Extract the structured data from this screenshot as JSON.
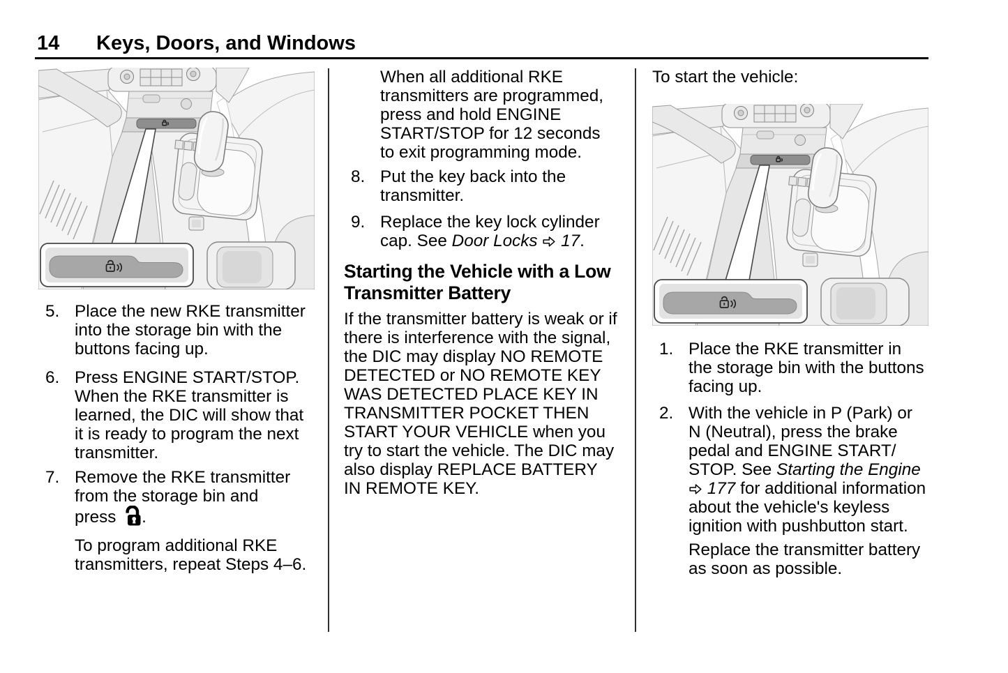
{
  "header": {
    "page_number": "14",
    "chapter_title": "Keys, Doors, and Windows"
  },
  "illustrations": {
    "console_1": "center-console-with-rke-storage-bin-callout",
    "console_2": "center-console-with-rke-storage-bin-callout"
  },
  "col1": {
    "items": [
      {
        "num": "5.",
        "lines": [
          [
            {
              "t": "Place the new RKE transmitter"
            }
          ],
          [
            {
              "t": "into the storage bin with the"
            }
          ],
          [
            {
              "t": "buttons facing up."
            }
          ]
        ]
      },
      {
        "num": "6.",
        "lines": [
          [
            {
              "t": "Press ENGINE START/STOP."
            }
          ],
          [
            {
              "t": "When the RKE transmitter is"
            }
          ],
          [
            {
              "t": "learned, the DIC will show that"
            }
          ],
          [
            {
              "t": "it is ready to program the next"
            }
          ],
          [
            {
              "t": "transmitter."
            }
          ]
        ]
      },
      {
        "num": "7.",
        "lines": [
          [
            {
              "t": "Remove the RKE transmitter"
            }
          ],
          [
            {
              "t": "from the storage bin and"
            }
          ],
          [
            {
              "t": "press "
            },
            {
              "icon": "unlock"
            },
            {
              "t": "."
            }
          ]
        ]
      }
    ],
    "para": {
      "lines": [
        [
          {
            "t": "To program additional RKE"
          }
        ],
        [
          {
            "t": "transmitters, repeat Steps 4–6."
          }
        ]
      ]
    }
  },
  "col2": {
    "intro": {
      "lines": [
        [
          {
            "t": "When all additional RKE"
          }
        ],
        [
          {
            "t": "transmitters are programmed,"
          }
        ],
        [
          {
            "t": "press and hold ENGINE"
          }
        ],
        [
          {
            "t": "START/STOP for 12 seconds"
          }
        ],
        [
          {
            "t": "to exit programming mode."
          }
        ]
      ]
    },
    "items": [
      {
        "num": "8.",
        "lines": [
          [
            {
              "t": "Put the key back into the"
            }
          ],
          [
            {
              "t": "transmitter."
            }
          ]
        ]
      },
      {
        "num": "9.",
        "lines": [
          [
            {
              "t": "Replace the key lock cylinder"
            }
          ],
          [
            {
              "t": "cap. See "
            },
            {
              "t": "Door Locks",
              "i": true
            },
            {
              "t": " "
            },
            {
              "icon": "xref"
            },
            {
              "t": " "
            },
            {
              "t": "17",
              "i": true
            },
            {
              "t": "."
            }
          ]
        ]
      }
    ],
    "heading": {
      "lines": [
        [
          {
            "t": "Starting the Vehicle with a Low"
          }
        ],
        [
          {
            "t": "Transmitter Battery"
          }
        ]
      ]
    },
    "para": {
      "lines": [
        [
          {
            "t": "If the transmitter battery is weak or if"
          }
        ],
        [
          {
            "t": "there is interference with the signal,"
          }
        ],
        [
          {
            "t": "the DIC may display NO REMOTE"
          }
        ],
        [
          {
            "t": "DETECTED or NO REMOTE KEY"
          }
        ],
        [
          {
            "t": "WAS DETECTED PLACE KEY IN"
          }
        ],
        [
          {
            "t": "TRANSMITTER POCKET THEN"
          }
        ],
        [
          {
            "t": "START YOUR VEHICLE when you"
          }
        ],
        [
          {
            "t": "try to start the vehicle. The DIC may"
          }
        ],
        [
          {
            "t": "also display REPLACE BATTERY"
          }
        ],
        [
          {
            "t": "IN REMOTE KEY."
          }
        ]
      ]
    }
  },
  "col3": {
    "intro": {
      "lines": [
        [
          {
            "t": "To start the vehicle:"
          }
        ]
      ]
    },
    "items": [
      {
        "num": "1.",
        "lines": [
          [
            {
              "t": "Place the RKE transmitter in"
            }
          ],
          [
            {
              "t": "the storage bin with the buttons"
            }
          ],
          [
            {
              "t": "facing up."
            }
          ]
        ]
      },
      {
        "num": "2.",
        "lines": [
          [
            {
              "t": "With the vehicle in P (Park) or"
            }
          ],
          [
            {
              "t": "N (Neutral), press the brake"
            }
          ],
          [
            {
              "t": "pedal and ENGINE START/"
            }
          ],
          [
            {
              "t": "STOP. See "
            },
            {
              "t": "Starting the Engine",
              "i": true
            }
          ],
          [
            {
              "icon": "xref"
            },
            {
              "t": " "
            },
            {
              "t": "177",
              "i": true
            },
            {
              "t": " for additional information"
            }
          ],
          [
            {
              "t": "about the vehicle's keyless"
            }
          ],
          [
            {
              "t": "ignition with pushbutton start."
            }
          ]
        ]
      }
    ],
    "para": {
      "lines": [
        [
          {
            "t": "Replace the transmitter battery"
          }
        ],
        [
          {
            "t": "as soon as possible."
          }
        ]
      ]
    }
  }
}
